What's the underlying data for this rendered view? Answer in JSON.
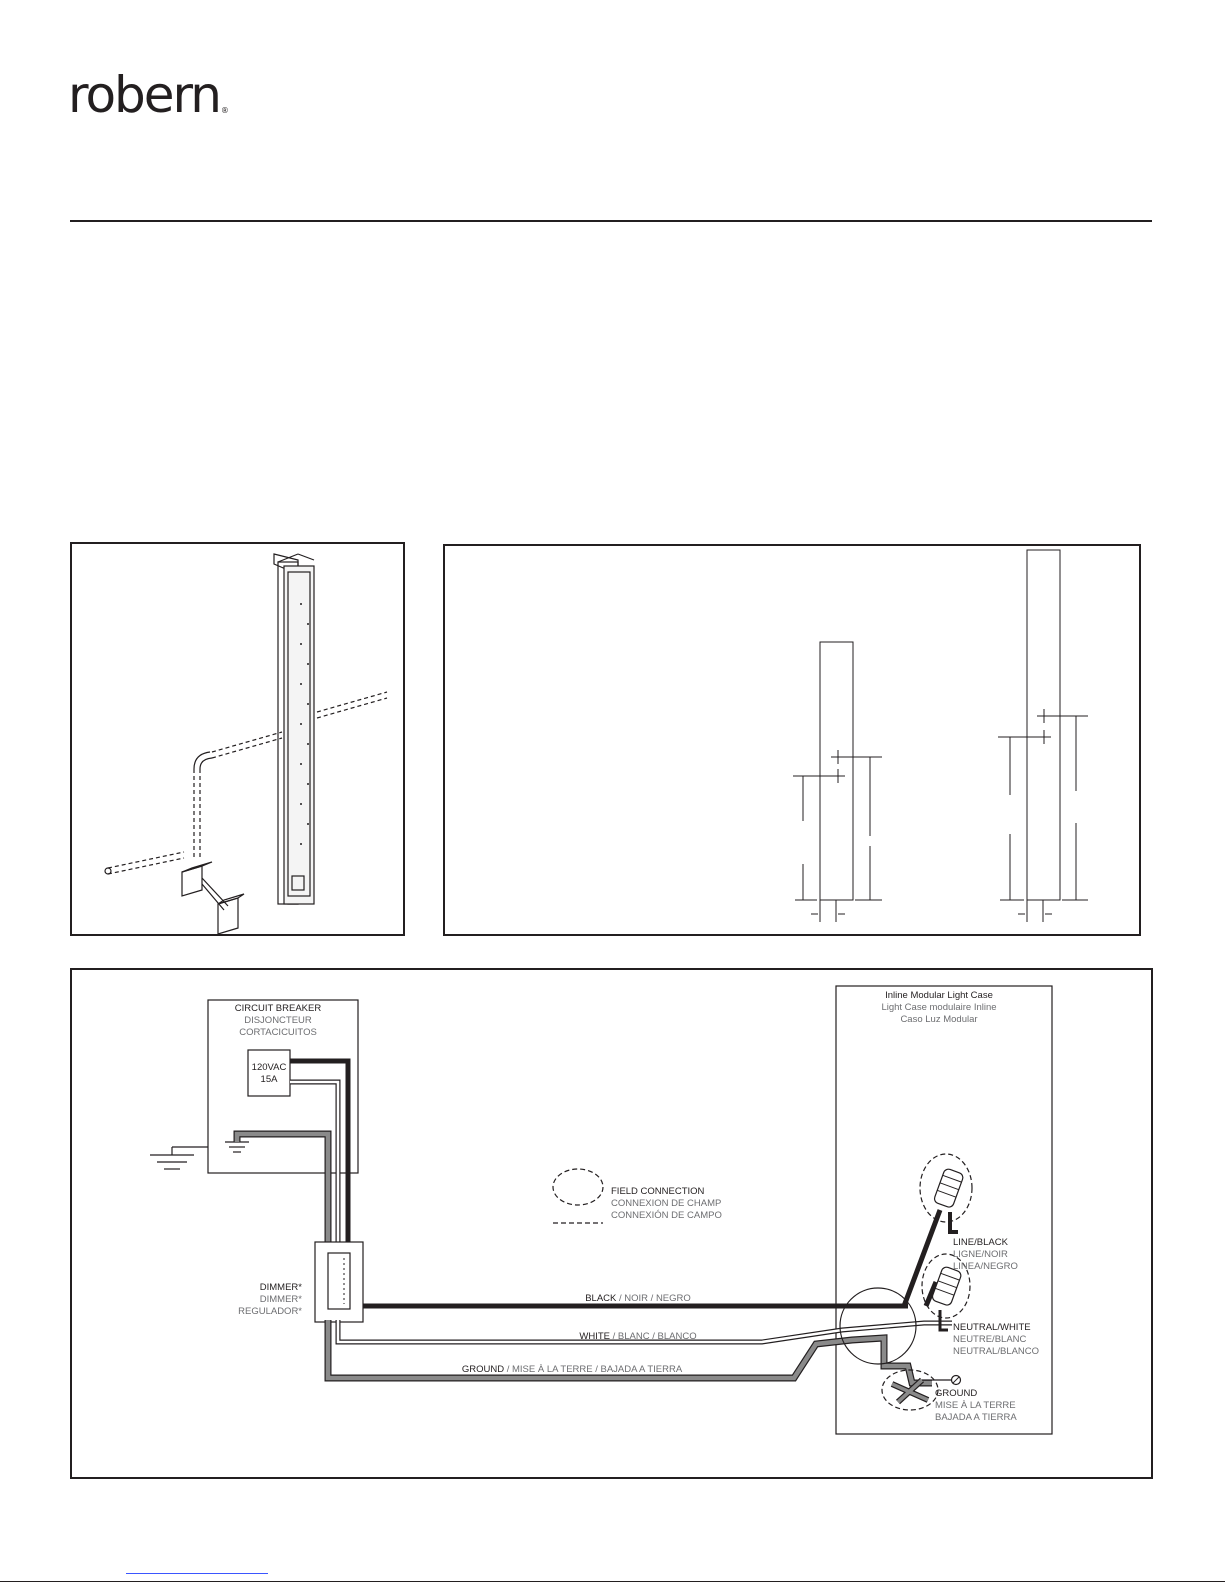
{
  "header": {
    "brand": "robern",
    "brand_mark": "®"
  },
  "wiring": {
    "breaker": {
      "en": "CIRCUIT BREAKER",
      "fr": "DISJONCTEUR",
      "es": "CORTACICUITOS",
      "rating1": "120VAC",
      "rating2": "15A"
    },
    "dimmer": {
      "en": "DIMMER*",
      "fr": "DIMMER*",
      "es": "REGULADOR*"
    },
    "legend": {
      "en": "FIELD CONNECTION",
      "fr": "CONNEXION DE CHAMP",
      "es": "CONNEXIÓN DE CAMPO"
    },
    "wires": {
      "black_en": "BLACK",
      "black_rest": " / NOIR / NEGRO",
      "white_en": "WHITE",
      "white_rest": " / BLANC / BLANCO",
      "ground_en": "GROUND",
      "ground_rest": " / MISE À  LA TERRE / BAJADA A TIERRA"
    },
    "light_case": {
      "en": "Inline Modular Light Case",
      "fr": "Light Case modulaire Inline",
      "es": "Caso Luz Modular"
    },
    "line": {
      "en": "LINE/BLACK",
      "fr": "LIGNE/NOIR",
      "es": "LINEA/NEGRO"
    },
    "neutral": {
      "en": "NEUTRAL/WHITE",
      "fr": "NEUTRE/BLANC",
      "es": "NEUTRAL/BLANCO"
    },
    "ground": {
      "en": "GROUND",
      "fr": "MISE À  LA TERRE",
      "es": "BAJADA A TIERRA"
    }
  },
  "colors": {
    "ink": "#231f20",
    "gray_text": "#6d6e71",
    "ground_wire": "#8a8a8a",
    "link": "#3b56ff"
  }
}
